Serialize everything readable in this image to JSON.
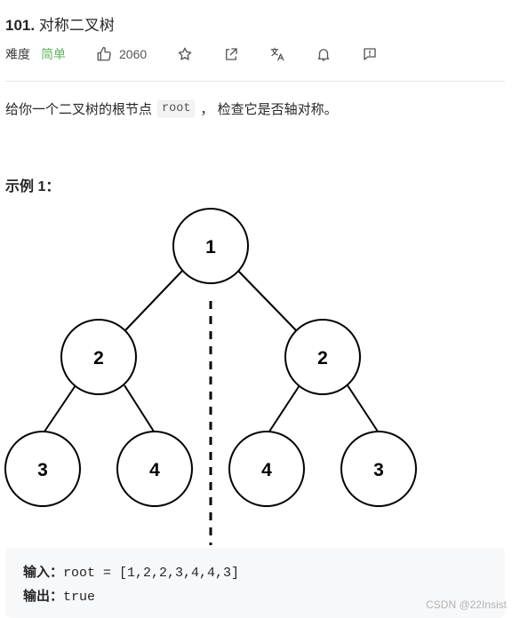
{
  "problem": {
    "number": "101.",
    "title": "对称二叉树",
    "difficulty_label": "难度",
    "difficulty": "简单",
    "likes": "2060"
  },
  "toolbar": {
    "icons": [
      "thumbs-up-icon",
      "star-icon",
      "share-icon",
      "translate-icon",
      "bell-icon",
      "feedback-icon"
    ]
  },
  "description": {
    "prefix": "给你一个二叉树的根节点",
    "code": "root",
    "suffix": "， 检查它是否轴对称。"
  },
  "example": {
    "heading": "示例 1：",
    "tree_nodes": [
      {
        "id": "n1",
        "value": "1"
      },
      {
        "id": "n2l",
        "value": "2"
      },
      {
        "id": "n2r",
        "value": "2"
      },
      {
        "id": "n3l",
        "value": "3"
      },
      {
        "id": "n4l",
        "value": "4"
      },
      {
        "id": "n4r",
        "value": "4"
      },
      {
        "id": "n3r",
        "value": "3"
      }
    ],
    "input_label": "输入：",
    "input_value": "root = [1,2,2,3,4,4,3]",
    "output_label": "输出：",
    "output_value": "true"
  },
  "watermark": "CSDN @22Insist",
  "colors": {
    "difficulty_easy": "#5cb85c",
    "code_bg": "#f7f8fa"
  }
}
